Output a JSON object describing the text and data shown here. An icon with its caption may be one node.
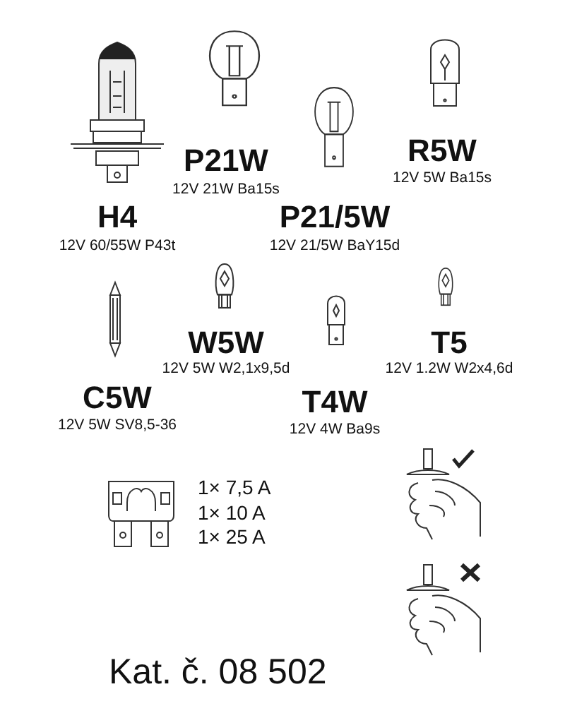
{
  "diagram": {
    "labels": [
      "P21W",
      "12V 21W Ba15s",
      "R5W",
      "12V 5W Ba15s",
      "H4",
      "12V 60/55W P43t",
      "P21/5W",
      "12V 21/5W BaY15d",
      "W5W",
      "12V 5W W2,1x9,5d",
      "T5",
      "12V 1.2W W2x4,6d",
      "C5W",
      "12V 5W SV8,5-36",
      "T4W",
      "12V 4W Ba9s",
      "1× 7,5 A",
      "1× 10 A",
      "1× 25 A",
      "Kat. č. 08 502"
    ]
  }
}
